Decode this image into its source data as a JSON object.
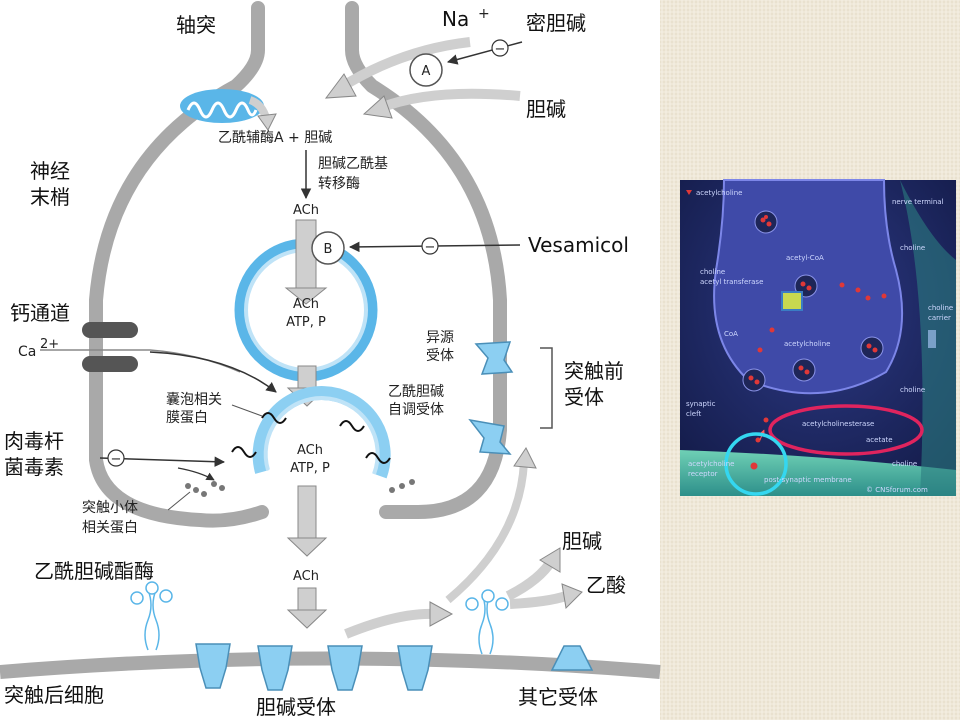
{
  "colors": {
    "membrane": "#a9a9a9",
    "vesicle_blue": "#5ab6e8",
    "vesicle_light": "#bfe3f7",
    "receptor": "#8ccff2",
    "arrow_gray": "#cfcfcf",
    "texture_bg": "#efe8d8",
    "inset_bg": "#1e2a66",
    "inset_terminal": "#3f4aa8",
    "ellipse_pink": "#e0245e",
    "circle_cyan": "#34d7f0"
  },
  "main_diagram": {
    "axon": "轴突",
    "na_ion": "Na",
    "na_charge": "+",
    "hemicholinium": "密胆碱",
    "choline_top": "胆碱",
    "transporter_a": "A",
    "transporter_b": "B",
    "acetyl_coa_plus_choline": "乙酰辅酶A + 胆碱",
    "enzyme_line1": "胆碱乙酰基",
    "enzyme_line2": "转移酶",
    "ach": "ACh",
    "nerve_terminal_line1": "神经",
    "nerve_terminal_line2": "末梢",
    "vesamicol": "Vesamicol",
    "vesicle_content_1": "ACh",
    "vesicle_content_2": "ATP, P",
    "calcium_channel": "钙通道",
    "ca_ion": "Ca",
    "ca_charge": "2+",
    "hetero_receptor_line1": "异源",
    "hetero_receptor_line2": "受体",
    "auto_receptor_line1": "乙酰胆碱",
    "auto_receptor_line2": "自调受体",
    "presynaptic_receptor_line1": "突触前",
    "presynaptic_receptor_line2": "受体",
    "vamp_line1": "囊泡相关",
    "vamp_line2": "膜蛋白",
    "botulinum_line1": "肉毒杆",
    "botulinum_line2": "菌毒素",
    "docked_content_1": "ACh",
    "docked_content_2": "ATP, P",
    "snap_line1": "突触小体",
    "snap_line2": "相关蛋白",
    "ach_released": "ACh",
    "ache": "乙酰胆碱酯酶",
    "choline_bottom": "胆碱",
    "acetate": "乙酸",
    "postsynaptic_cell": "突触后细胞",
    "cholinergic_receptor": "胆碱受体",
    "other_receptor": "其它受体",
    "minus": "−"
  },
  "inset": {
    "legend": "acetylcholine",
    "nerve_terminal": "nerve terminal",
    "acetyl_coa": "acetyl-CoA",
    "choline_1": "choline",
    "choline_acetyltransferase_line1": "choline",
    "choline_acetyltransferase_line2": "acetyl transferase",
    "choline_carrier_line1": "choline",
    "choline_carrier_line2": "carrier",
    "coa": "CoA",
    "acetylcholine_mid": "acetylcholine",
    "choline_2": "choline",
    "synaptic_cleft_line1": "synaptic",
    "synaptic_cleft_line2": "cleft",
    "acetylcholinesterase": "acetylcholinesterase",
    "acetate": "acetate",
    "choline_3": "choline",
    "receptor_line1": "acetylcholine",
    "receptor_line2": "receptor",
    "postsynaptic_membrane": "post-synaptic membrane",
    "credit": "© CNSforum.com"
  }
}
